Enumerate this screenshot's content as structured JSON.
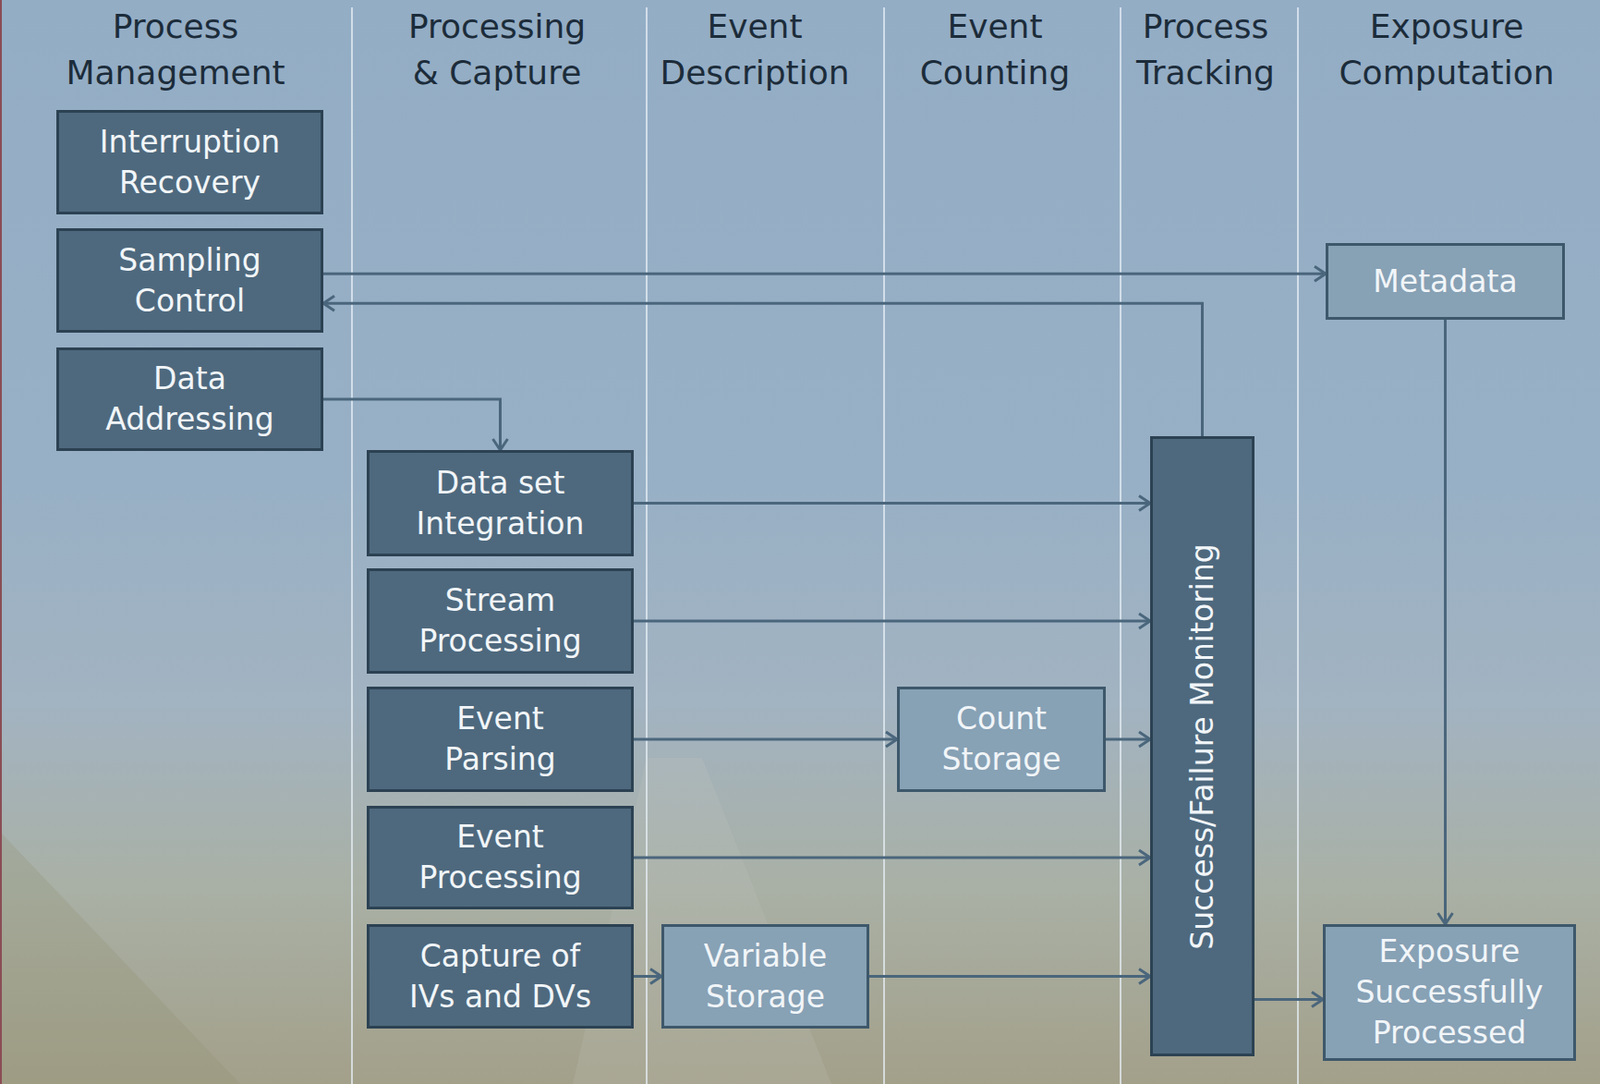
{
  "diagram": {
    "nodes": [
      {
        "text": [
          "Interruption Recovery"
        ]
      },
      {
        "text": [
          "Sampling Control"
        ]
      },
      {
        "text": [
          "Metadata"
        ]
      },
      {
        "text": [
          "Data Addressing"
        ]
      },
      {
        "text": [
          "Data set Integration"
        ]
      },
      {
        "text": [
          "Stream Processing"
        ]
      },
      {
        "text": [
          "Event Parsing"
        ]
      },
      {
        "text": [
          "Count Storage"
        ]
      },
      {
        "text": [
          "Event Processing"
        ]
      },
      {
        "text": [
          "Capture of IVs and DVs"
        ]
      },
      {
        "text": [
          "Variable Storage"
        ]
      },
      {
        "text": [
          "Success/Failure Monitoring"
        ]
      },
      {
        "text": [
          "Exposure Successfully Processed"
        ]
      }
    ],
    "edges": [
      {
        "from": 1,
        "to": 2,
        "arrow": "to"
      },
      {
        "from": 11,
        "to": 1,
        "arrow": "to"
      },
      {
        "from": 3,
        "to": 4,
        "arrow": "to"
      },
      {
        "from": 4,
        "to": 11,
        "arrow": "to"
      },
      {
        "from": 5,
        "to": 11,
        "arrow": "to"
      },
      {
        "from": 6,
        "to": 7,
        "arrow": "to"
      },
      {
        "from": 7,
        "to": 11,
        "arrow": "to"
      },
      {
        "from": 8,
        "to": 11,
        "arrow": "to"
      },
      {
        "from": 9,
        "to": 10,
        "arrow": "to"
      },
      {
        "from": 10,
        "to": 11,
        "arrow": "to"
      },
      {
        "from": 2,
        "to": 12,
        "arrow": "to"
      },
      {
        "from": 11,
        "to": 12,
        "arrow": "to"
      }
    ],
    "labels": [
      "Process Management",
      "Processing & Capture",
      "Event Description",
      "Event Counting",
      "Process Tracking",
      "Exposure Computation"
    ]
  }
}
